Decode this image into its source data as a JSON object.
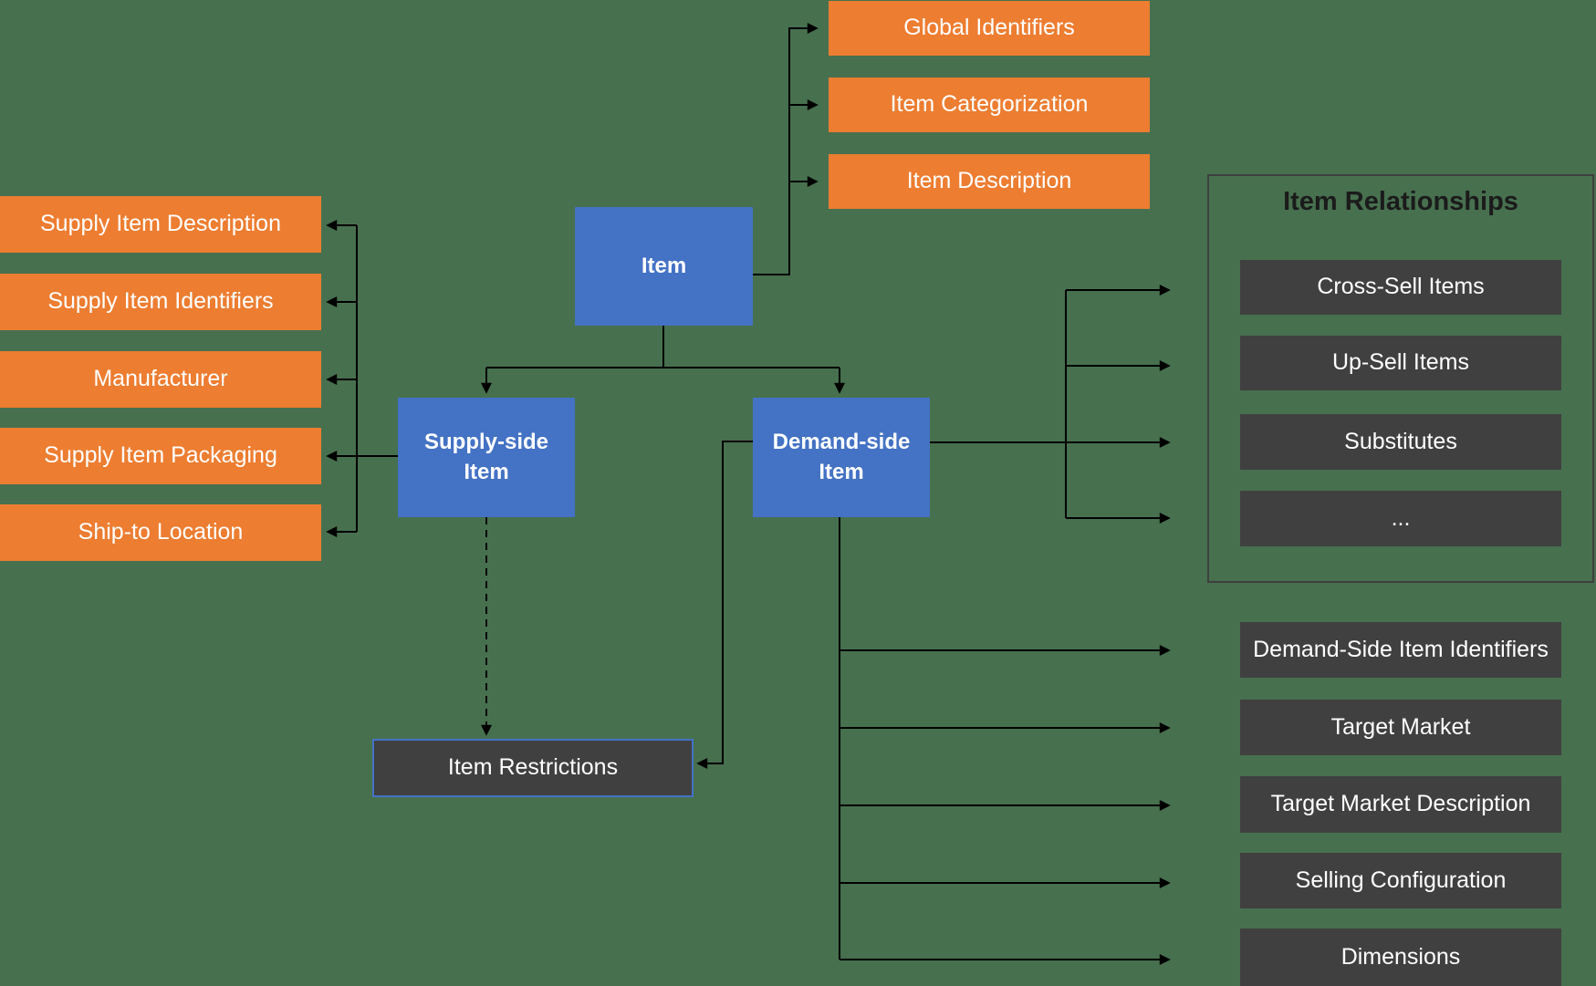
{
  "colors": {
    "background": "#47704F",
    "orange": "#ED7D31",
    "blue": "#4472C4",
    "dark": "#404040",
    "line": "#000000",
    "box_text": "#FFFFFF",
    "title_text": "#1B1B1B",
    "container_border": "#3F3F3F",
    "restrictions_border": "#4472C4"
  },
  "nodes": {
    "item": "Item",
    "supply_side": "Supply-side Item",
    "demand_side": "Demand-side Item",
    "item_restrictions": "Item Restrictions"
  },
  "item_attributes": [
    "Global Identifiers",
    "Item Categorization",
    "Item Description"
  ],
  "supply_attributes": [
    "Supply Item Description",
    "Supply Item Identifiers",
    "Manufacturer",
    "Supply Item Packaging",
    "Ship-to Location"
  ],
  "item_relationships": {
    "title": "Item Relationships",
    "items": [
      "Cross-Sell Items",
      "Up-Sell Items",
      "Substitutes",
      "..."
    ]
  },
  "demand_attributes": [
    "Demand-Side Item Identifiers",
    "Target Market",
    "Target Market Description",
    "Selling Configuration",
    "Dimensions"
  ]
}
